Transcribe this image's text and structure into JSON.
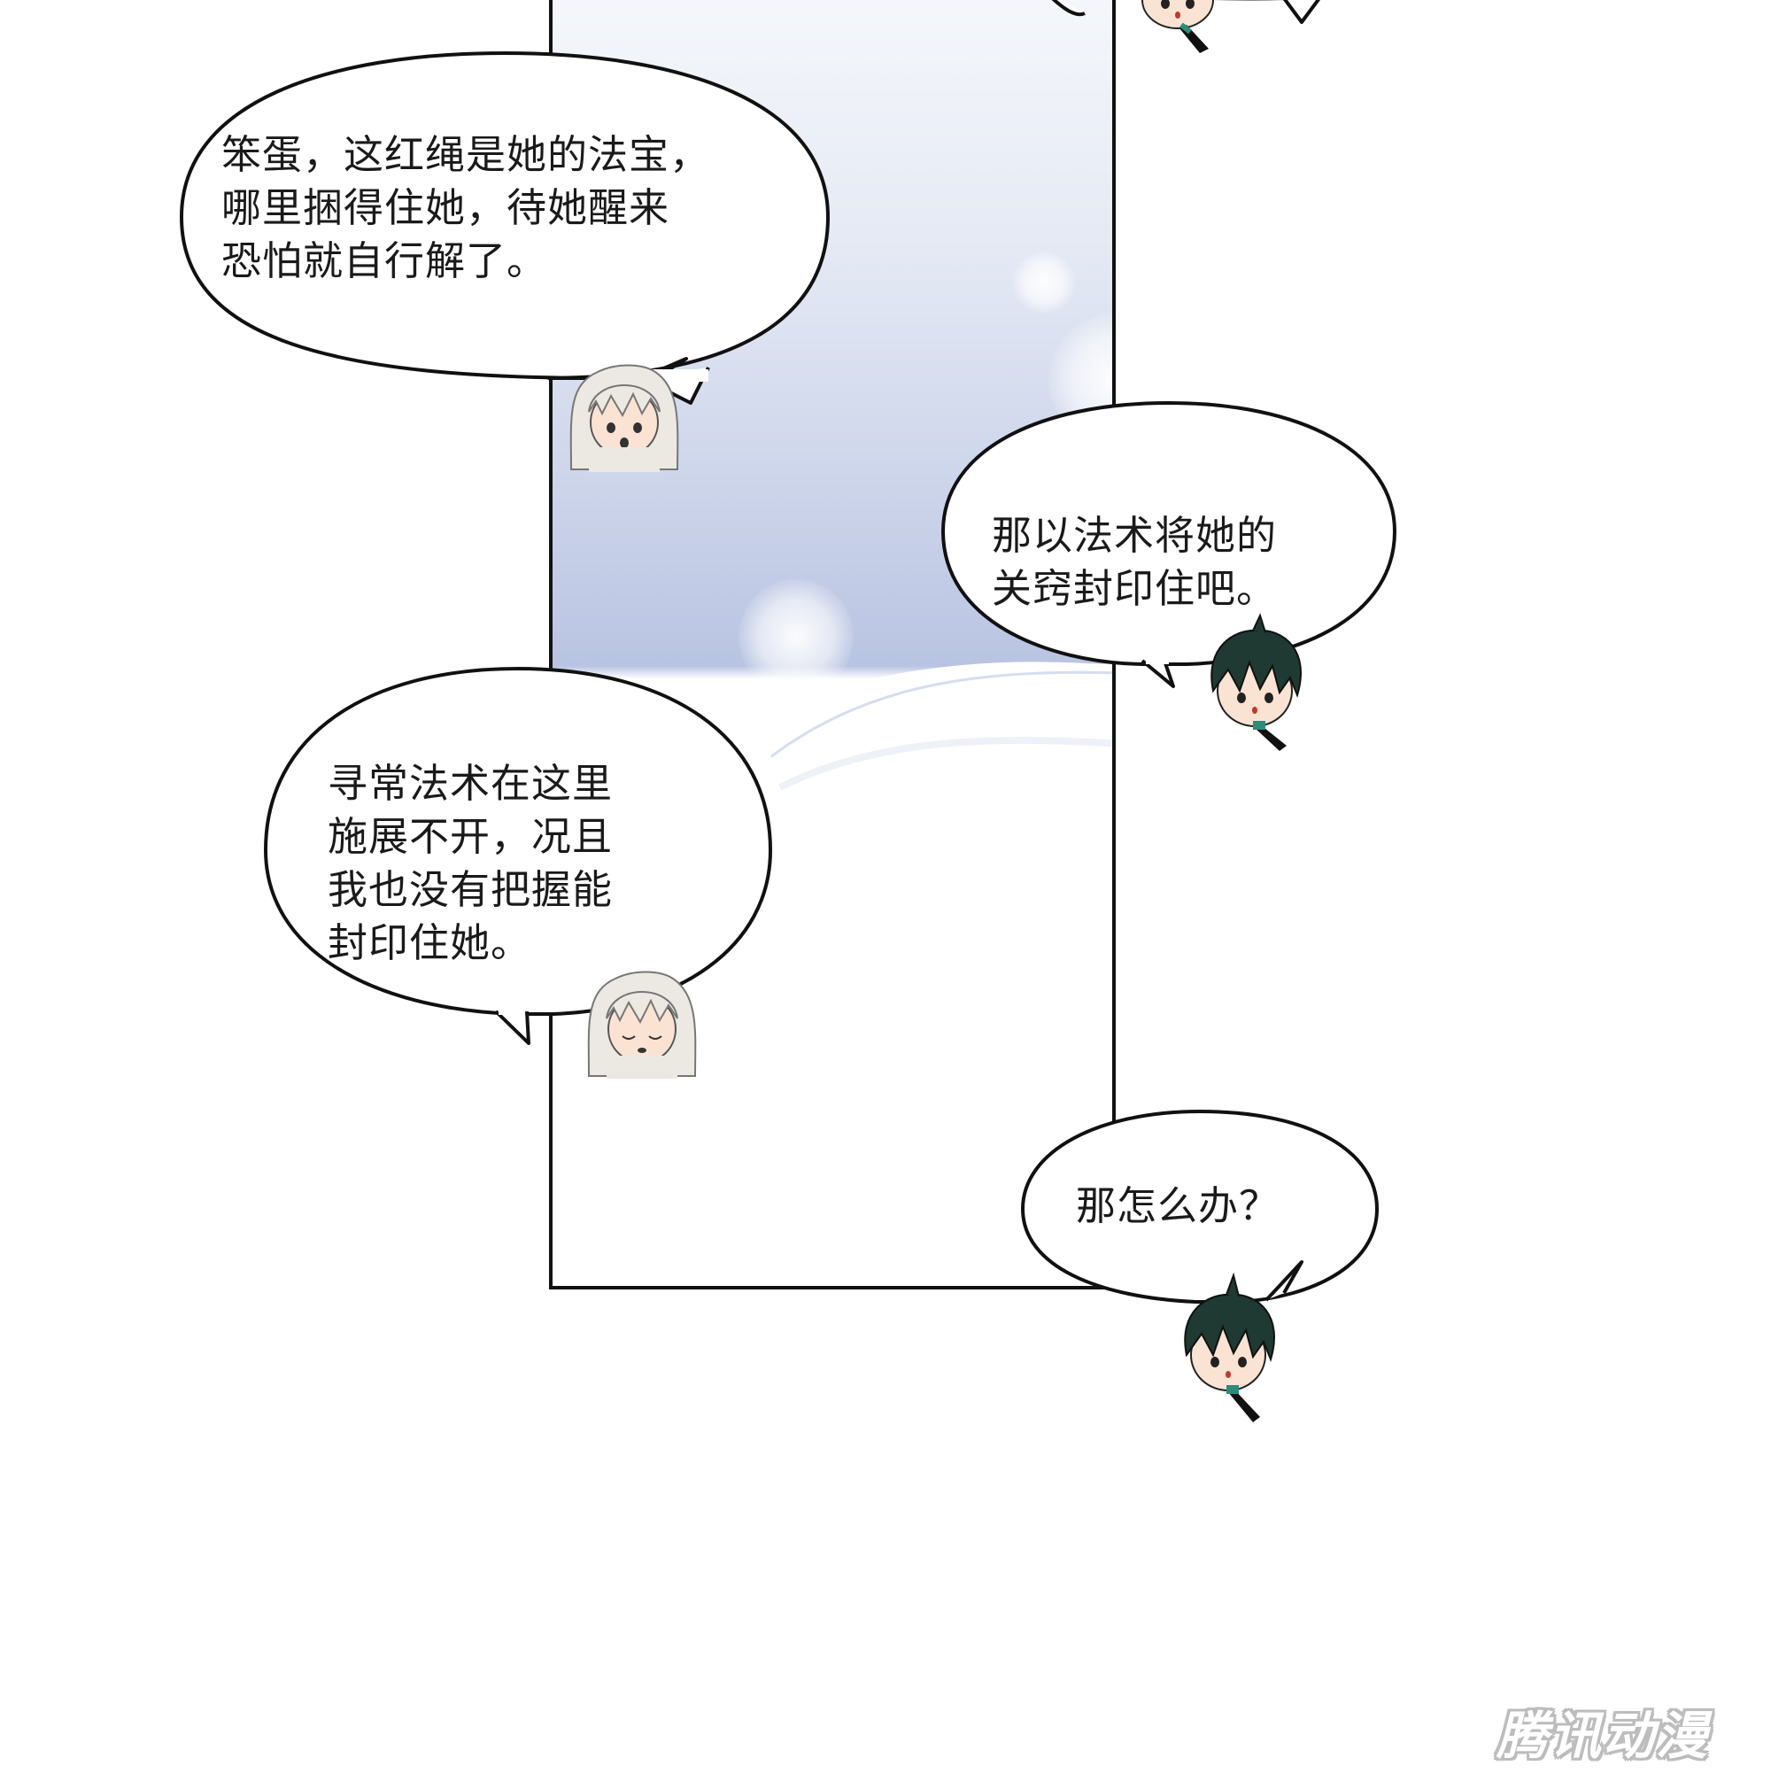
{
  "bubbles": [
    {
      "speaker": "white-haired",
      "text": "笨蛋，这红绳是她的法宝，\n哪里捆得住她，待她醒来\n恐怕就自行解了。"
    },
    {
      "speaker": "dark-haired",
      "text": "那以法术将她的\n关窍封印住吧。"
    },
    {
      "speaker": "white-haired",
      "text": "寻常法术在这里\n施展不开，况且\n我也没有把握能\n封印住她。"
    },
    {
      "speaker": "dark-haired",
      "text": "那怎么办？"
    }
  ],
  "watermark": "腾讯动漫",
  "colors": {
    "sky_top": "#f5f7fb",
    "sky_mid": "#c7d0e8",
    "outline": "#111111",
    "dark_hair": "#1e3a32",
    "white_hair": "#ece9e2",
    "skin": "#fbe3d3"
  }
}
